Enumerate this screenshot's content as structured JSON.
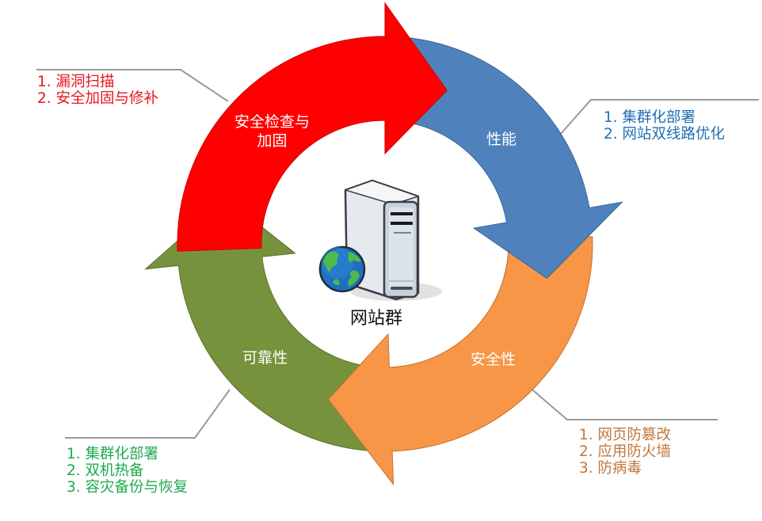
{
  "center": {
    "label": "网站群",
    "icon": "web-server-icon",
    "globe_icon": "globe-icon"
  },
  "cycle": [
    {
      "id": "security-check",
      "label_lines": [
        "安全检查与",
        "加固"
      ],
      "color": "#ff0000",
      "callout_color": "#e8141c",
      "callout_items": [
        "1. 漏洞扫描",
        "2. 安全加固与修补"
      ]
    },
    {
      "id": "performance",
      "label_lines": [
        "性能"
      ],
      "color": "#4f81bd",
      "callout_color": "#1f6fb2",
      "callout_items": [
        "1. 集群化部署",
        "2. 网站双线路优化"
      ]
    },
    {
      "id": "security",
      "label_lines": [
        "安全性"
      ],
      "color": "#f79646",
      "callout_color": "#c0773a",
      "callout_items": [
        "1. 网页防篡改",
        "2. 应用防火墙",
        "3. 防病毒"
      ]
    },
    {
      "id": "reliability",
      "label_lines": [
        "可靠性"
      ],
      "color": "#76923c",
      "callout_color": "#1fa84f",
      "callout_items": [
        "1. 集群化部署",
        "2. 双机热备",
        "3. 容灾备份与恢复"
      ]
    }
  ],
  "callout_line_color": "#9a9a9a"
}
